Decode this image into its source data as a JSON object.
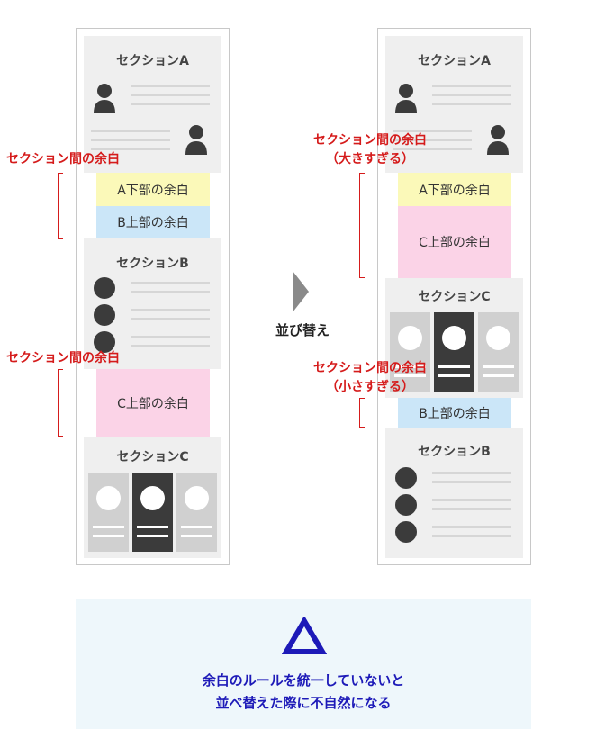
{
  "left_column": {
    "section_a": {
      "title": "セクションA"
    },
    "margin_a_bottom": "A下部の余白",
    "margin_b_top": "B上部の余白",
    "section_b": {
      "title": "セクションB"
    },
    "margin_c_top": "C上部の余白",
    "section_c": {
      "title": "セクションC"
    },
    "annotation_1": "セクション間の余白",
    "annotation_2": "セクション間の余白"
  },
  "right_column": {
    "section_a": {
      "title": "セクションA"
    },
    "margin_a_bottom": "A下部の余白",
    "margin_c_top": "C上部の余白",
    "section_c": {
      "title": "セクションC"
    },
    "margin_b_top": "B上部の余白",
    "section_b": {
      "title": "セクションB"
    },
    "annotation_1_line1": "セクション間の余白",
    "annotation_1_line2": "（大きすぎる）",
    "annotation_2_line1": "セクション間の余白",
    "annotation_2_line2": "（小さすぎる）"
  },
  "arrow_label": "並び替え",
  "conclusion": {
    "symbol": "triangle",
    "line1": "余白のルールを統一していないと",
    "line2": "並べ替えた際に不自然になる"
  },
  "colors": {
    "red": "#d51b1b",
    "navy": "#1d1ab8",
    "yellow": "#fbf9b9",
    "blue": "#cbe6f8",
    "pink": "#fbd3e7"
  }
}
